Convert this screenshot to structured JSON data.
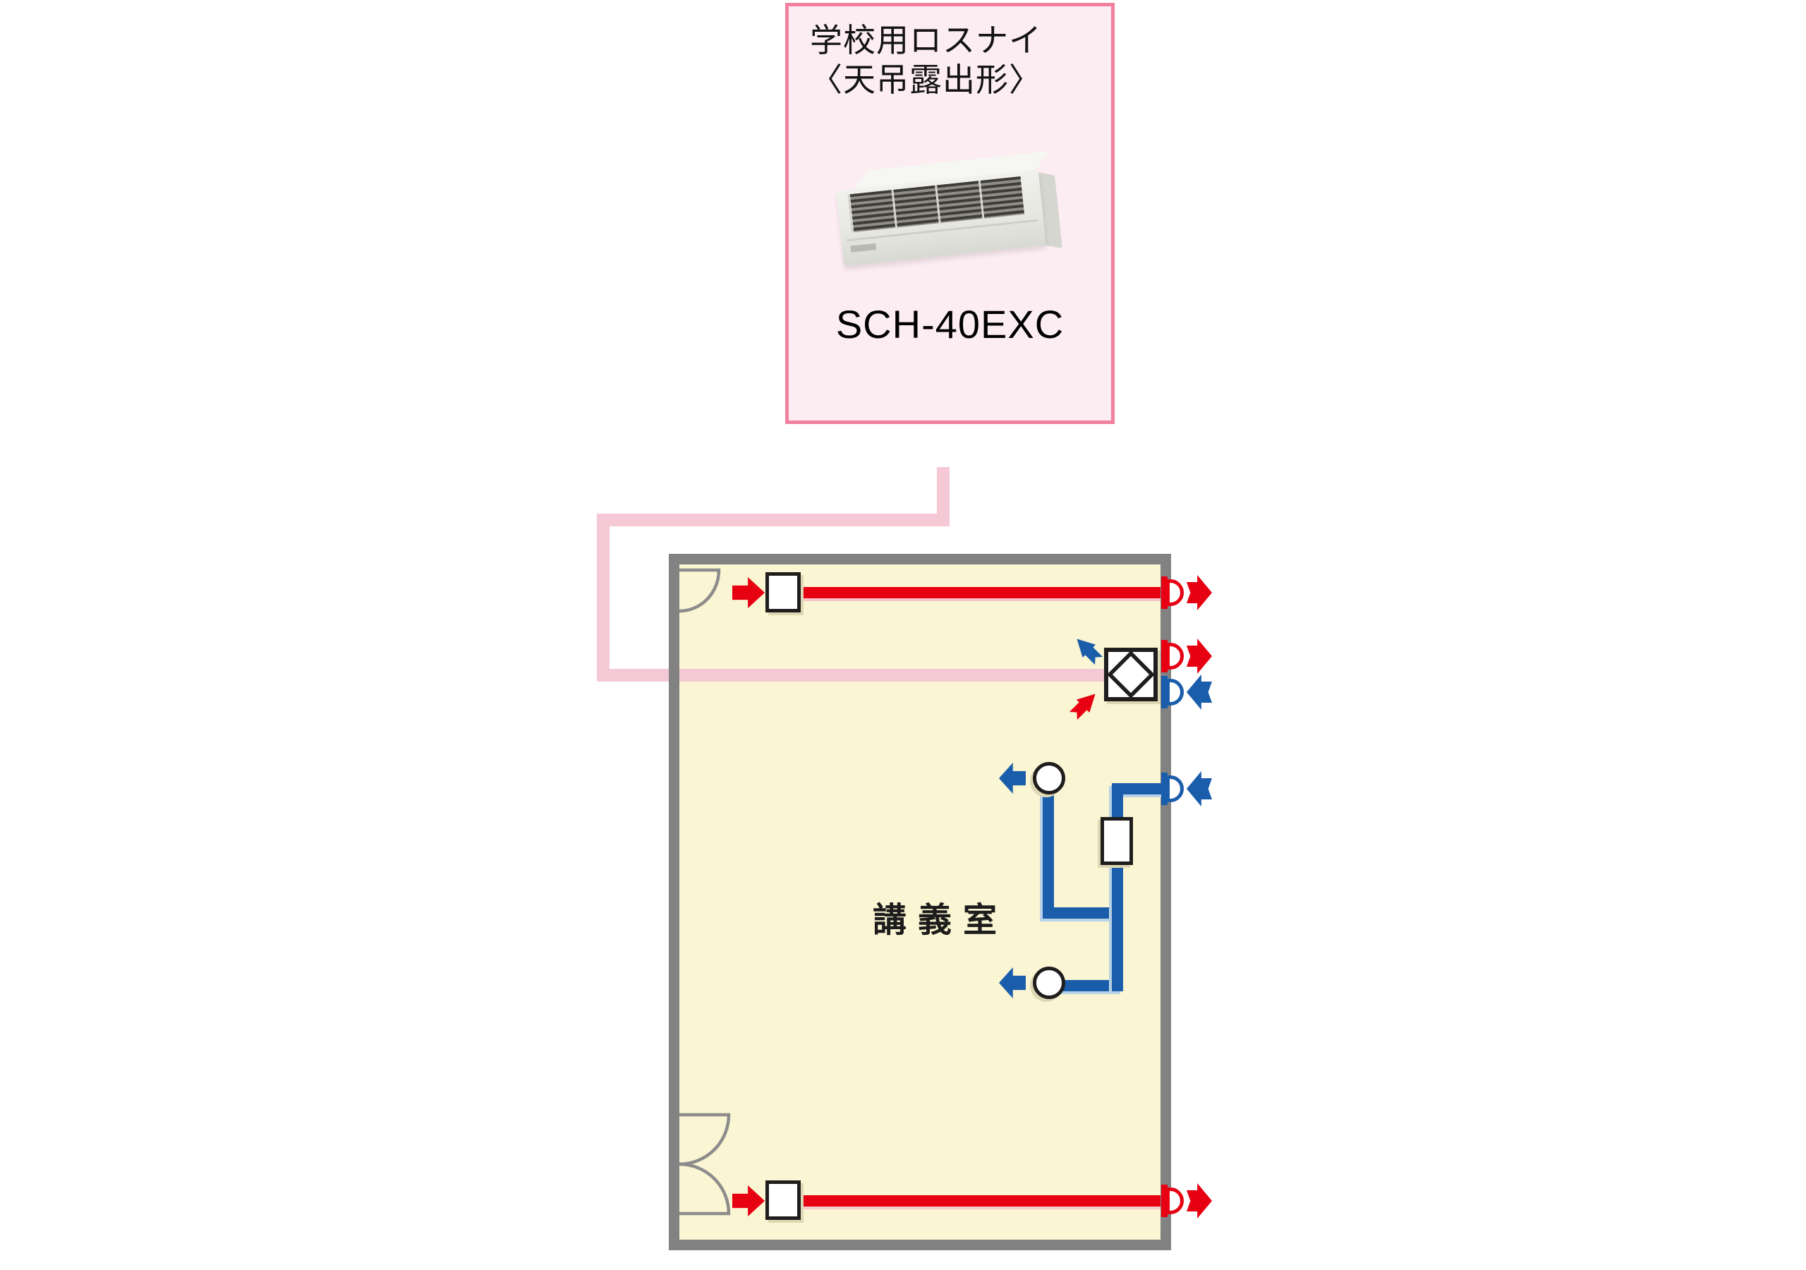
{
  "panel": {
    "title_line1": "学校用ロスナイ",
    "title_line2": "〈天吊露出形〉",
    "model": "SCH-40EXC"
  },
  "room": {
    "label": "講義室"
  },
  "colors": {
    "exhaust_red": "#e60012",
    "supply_blue": "#1a5dab",
    "connector_pink": "#f5c8d5",
    "panel_border_pink": "#f2809f",
    "panel_bg_pink": "#fcedf2",
    "room_fill_yellow": "#faf5d2",
    "wall_gray": "#828282"
  },
  "icons": {
    "lossnay_core": "diamond-heat-exchanger-icon",
    "duct_fan": "white-box-fan-icon",
    "diffuser": "circle-diffuser-icon",
    "wall_grille": "wall-nozzle-icon",
    "exhaust_arrow": "red-arrow",
    "supply_arrow": "blue-arrow"
  }
}
